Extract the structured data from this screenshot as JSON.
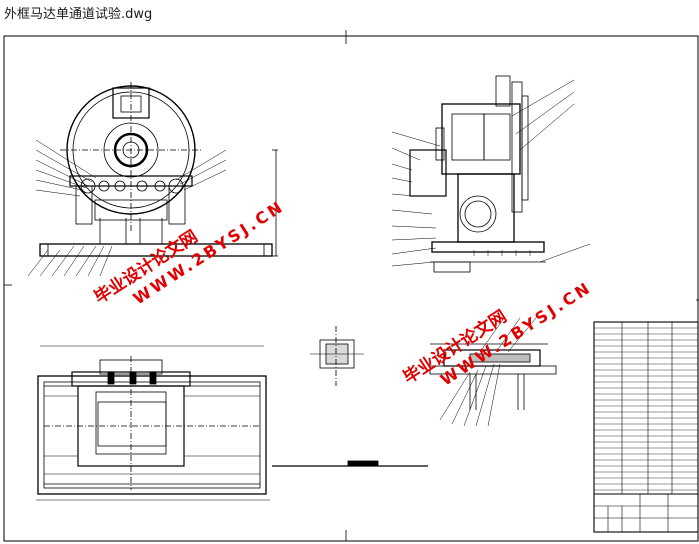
{
  "window": {
    "title": "外框马达单通道试验.dwg"
  },
  "watermarks": [
    {
      "text": "毕业设计论文网"
    },
    {
      "text": "WWW.2BYSJ.CN"
    }
  ],
  "drawing": {
    "viewer": "dwg-preview",
    "line_color": "#000000",
    "watermark_color": "#e00000",
    "background": "#ffffff",
    "icons": [
      "circle-flange-view",
      "side-elevation-view",
      "plan-view",
      "section-detail-view",
      "title-block-table"
    ]
  }
}
